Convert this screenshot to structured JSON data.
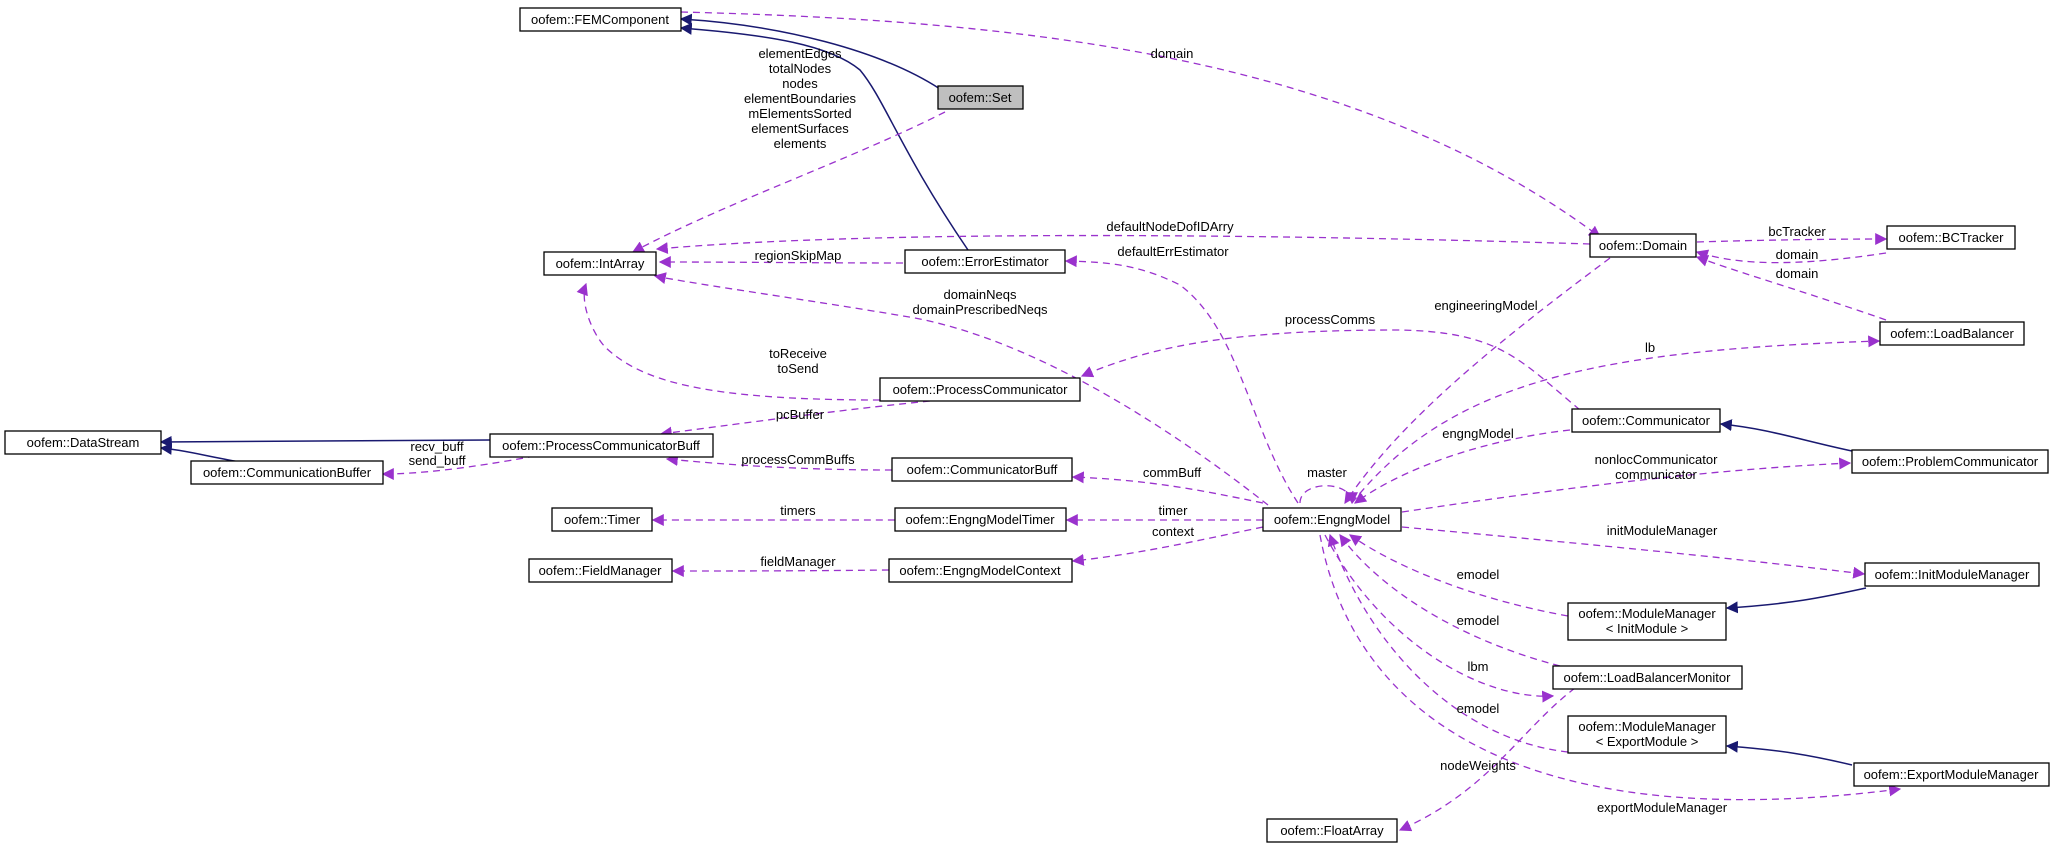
{
  "colors": {
    "inheritance_edge": "#191970",
    "usage_edge": "#9a32cd",
    "current_node_fill": "#bfbfbf",
    "node_fill": "#ffffff"
  },
  "nodes": {
    "femcomponent": "oofem::FEMComponent",
    "set": "oofem::Set",
    "intarray": "oofem::IntArray",
    "errorestimator": "oofem::ErrorEstimator",
    "domain": "oofem::Domain",
    "bctracker": "oofem::BCTracker",
    "loadbalancer": "oofem::LoadBalancer",
    "processcommunicator": "oofem::ProcessCommunicator",
    "datastream": "oofem::DataStream",
    "processcommunicatorbuff": "oofem::ProcessCommunicatorBuff",
    "communicationbuffer": "oofem::CommunicationBuffer",
    "communicatorbuff": "oofem::CommunicatorBuff",
    "communicator": "oofem::Communicator",
    "problemcommunicator": "oofem::ProblemCommunicator",
    "timer": "oofem::Timer",
    "engngmodeltimer": "oofem::EngngModelTimer",
    "engngmodel": "oofem::EngngModel",
    "fieldmanager": "oofem::FieldManager",
    "engngmodelcontext": "oofem::EngngModelContext",
    "initmodulemanager": "oofem::InitModuleManager",
    "modulemanager_init_1": "oofem::ModuleManager",
    "modulemanager_init_2": "< InitModule >",
    "loadbalancermonitor": "oofem::LoadBalancerMonitor",
    "modulemanager_export_1": "oofem::ModuleManager",
    "modulemanager_export_2": "< ExportModule >",
    "exportmodulemanager": "oofem::ExportModuleManager",
    "floatarray": "oofem::FloatArray"
  },
  "edge_labels": {
    "set_members": [
      "elementEdges",
      "totalNodes",
      "nodes",
      "elementBoundaries",
      "mElementsSorted",
      "elementSurfaces",
      "elements"
    ],
    "domain_top": "domain",
    "defaultNodeDofIDArry": "defaultNodeDofIDArry",
    "regionSkipMap": "regionSkipMap",
    "defaultErrEstimator": "defaultErrEstimator",
    "bcTracker": "bcTracker",
    "bct_domain": "domain",
    "lb_domain": "domain",
    "domainNeqs": "domainNeqs",
    "domainPrescribedNeqs": "domainPrescribedNeqs",
    "engineeringModel": "engineeringModel",
    "processComms": "processComms",
    "lb": "lb",
    "toReceive": "toReceive",
    "toSend": "toSend",
    "pcBuffer": "pcBuffer",
    "engngModel": "engngModel",
    "recv_buff": "recv_buff",
    "send_buff": "send_buff",
    "processCommBuffs": "processCommBuffs",
    "commBuff": "commBuff",
    "master": "master",
    "nonlocCommunicator": "nonlocCommunicator",
    "communicator": "communicator",
    "timers": "timers",
    "timer": "timer",
    "context": "context",
    "fieldManager": "fieldManager",
    "initModuleManager": "initModuleManager",
    "emodel_init": "emodel",
    "emodel_lbm": "emodel",
    "lbm": "lbm",
    "emodel_export": "emodel",
    "nodeWeights": "nodeWeights",
    "exportModuleManager": "exportModuleManager"
  }
}
